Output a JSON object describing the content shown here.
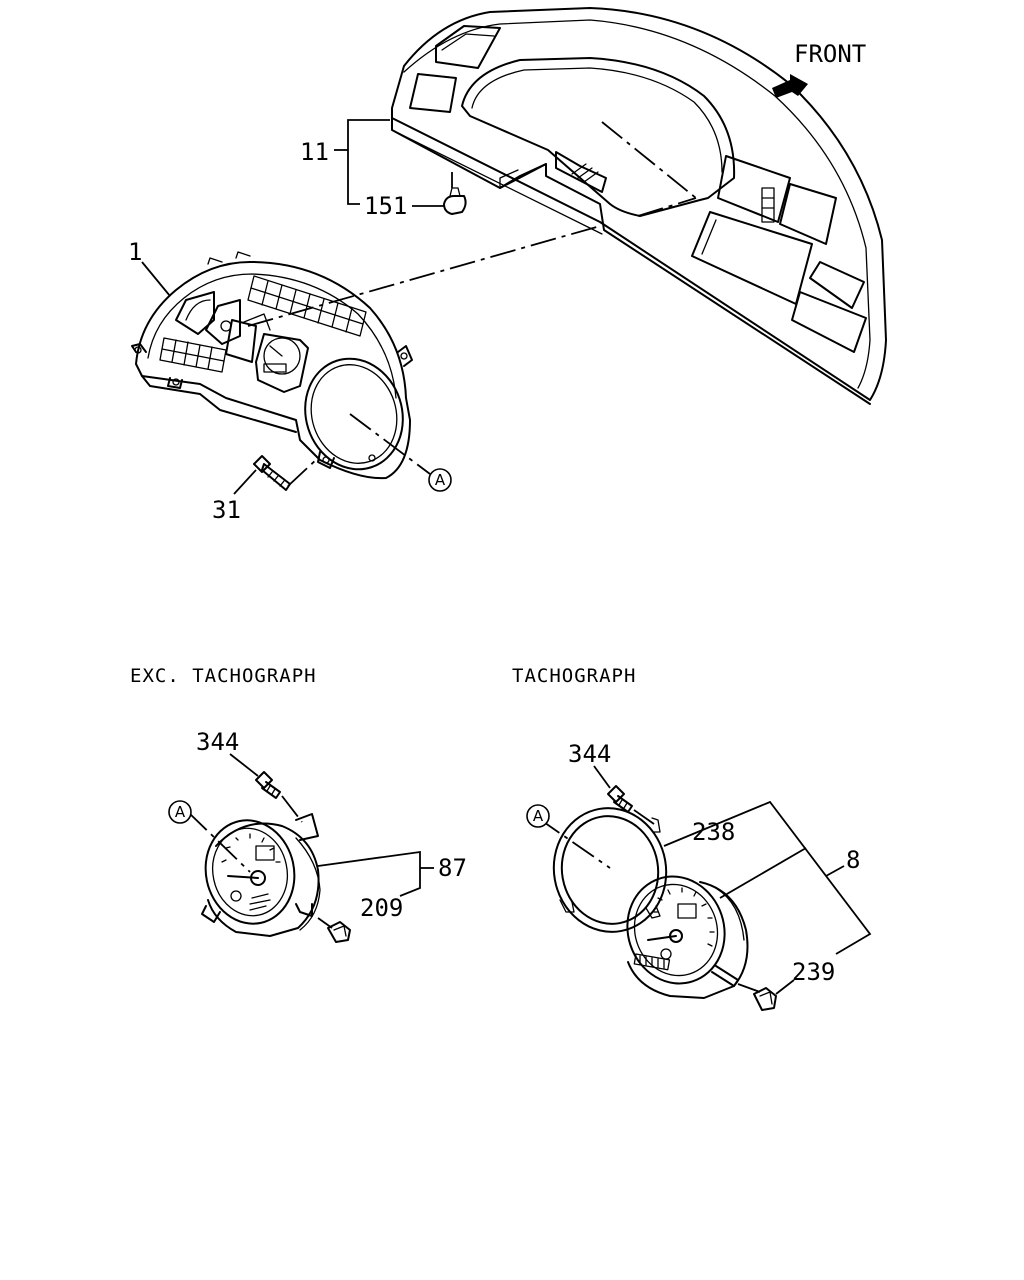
{
  "orientation": {
    "label": "FRONT"
  },
  "captions": {
    "left": "EXC. TACHOGRAPH",
    "right": "TACHOGRAPH"
  },
  "callouts": {
    "p1": "1",
    "p11": "11",
    "p151": "151",
    "p31": "31",
    "pA_main": "A",
    "p344_left": "344",
    "pA_left": "A",
    "p87": "87",
    "p209": "209",
    "p344_right": "344",
    "pA_right": "A",
    "p238": "238",
    "p8": "8",
    "p239": "239"
  }
}
